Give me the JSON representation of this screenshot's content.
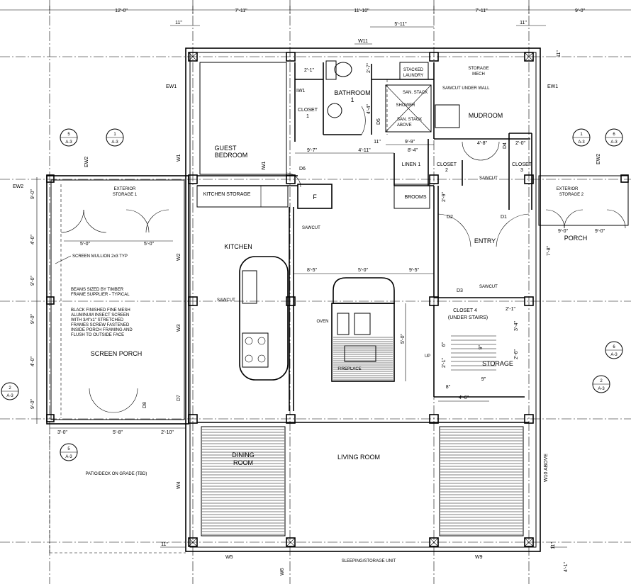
{
  "dimensions": {
    "top": [
      "12'-0\"",
      "7'-11\"",
      "11'-10\"",
      "7'-11\"",
      "9'-0\""
    ],
    "top_sub": [
      "11\"",
      "11\"",
      "5'-11\""
    ],
    "left": [
      "9'-0\"",
      "4'-0\"",
      "9'-0\"",
      "9'-0\"",
      "4'-0\"",
      "9'-0\""
    ],
    "porch_bottom": [
      "3'-0\"",
      "5'-8\"",
      "2'-10\""
    ],
    "porch_top": [
      "5'-0\"",
      "5'-0\""
    ],
    "bathroom": [
      "2'-1\"",
      "2'-7\"",
      "4'-4\"",
      "9'-7\"",
      "4'-11\"",
      "11\"",
      "9'-9\"",
      "8'-4\""
    ],
    "kitchen": [
      "8'-5\"",
      "5'-0\"",
      "9'-5\"",
      "5'-0\""
    ],
    "entry": [
      "4'-8\"",
      "2'-0\"",
      "2'-9\"",
      "7'-8\""
    ],
    "porch2": [
      "9'-0\"",
      "9'-0\""
    ],
    "stairs": [
      "2'-1\"",
      "3'-4\"",
      "2'-6\"",
      "4'-6\"",
      "6\"",
      "2'-1\"",
      "9\"",
      "8\"",
      "9\""
    ],
    "right_bottom": [
      "4'-1\"",
      "11\"",
      "11\""
    ]
  },
  "rooms": {
    "guest_bedroom": [
      "GUEST",
      "BEDROOM"
    ],
    "bathroom": [
      "BATHROOM",
      "1"
    ],
    "closet1": [
      "CLOSET",
      "1"
    ],
    "stacked_laundry": [
      "STACKED",
      "LAUNDRY"
    ],
    "storage_mech": [
      "STORAGE",
      "MECH"
    ],
    "mudroom": "MUDROOM",
    "linen": "LINEN 1",
    "closet2": [
      "CLOSET",
      "2"
    ],
    "closet3": [
      "CLOSET",
      "3"
    ],
    "kitchen_storage": "KITCHEN STORAGE",
    "brooms": "BROOMS",
    "ext_storage1": [
      "EXTERIOR",
      "STORAGE 1"
    ],
    "ext_storage2": [
      "EXTERIOR",
      "STORAGE 2"
    ],
    "porch": "PORCH",
    "kitchen": "KITCHEN",
    "entry": "ENTRY",
    "closet4": [
      "CLOSET 4",
      "(UNDER STAIRS)"
    ],
    "storage": "STORAGE",
    "screen_porch": "SCREEN PORCH",
    "oven": "OVEN",
    "fireplace": "FIREPLACE",
    "up": "UP",
    "dining_room": [
      "DINING",
      "ROOM"
    ],
    "living_room": "LIVING ROOM",
    "patio": "PATIO/DECK ON GRADE (TBD)",
    "sleeping": "SLEEPING/STORAGE UNIT",
    "shower": "SHOWER",
    "fridge": "F"
  },
  "notes": {
    "screen_mullion": "SCREEN MULLION 2x3 TYP",
    "beams": [
      "BEAMS SIZED BY TIMBER",
      "FRAME SUPPLIER - TYPICAL"
    ],
    "mesh": [
      "BLACK FINISHED FINE MESH",
      "ALUMINUM INSECT SCREEN",
      "WITH 3/4\"x1\" STRETCHED",
      "FRAMES SCREW FASTENED",
      "INSIDE PORCH FRAMING AND",
      "FLUSH TO OUTSIDE FACE"
    ],
    "sawcut_under_wall": "SAWCUT UNDER WALL",
    "san_stack": "SAN. STACK",
    "san_stack_above": [
      "SAN. STACK",
      "ABOVE"
    ],
    "sawcut": "SAWCUT"
  },
  "walls": {
    "w11": "W11",
    "ew1": "EW1",
    "ew2": "EW2",
    "w1": "W1",
    "iw1": "IW1",
    "w2": "W2",
    "w3": "W3",
    "w4": "W4",
    "w5": "W5",
    "w6": "W6",
    "w9": "W9",
    "w10": "W10 ABOVE",
    "d1": "D1",
    "d2": "D2",
    "d3": "D3",
    "d4": "D4",
    "d5": "D5",
    "d6": "D6",
    "d7": "D7",
    "d8": "D8"
  },
  "section_markers": {
    "m5": [
      "5",
      "A-3"
    ],
    "m1": [
      "1",
      "A-3"
    ],
    "m6": [
      "6",
      "A-3"
    ],
    "m2": [
      "2",
      "A-3"
    ]
  }
}
